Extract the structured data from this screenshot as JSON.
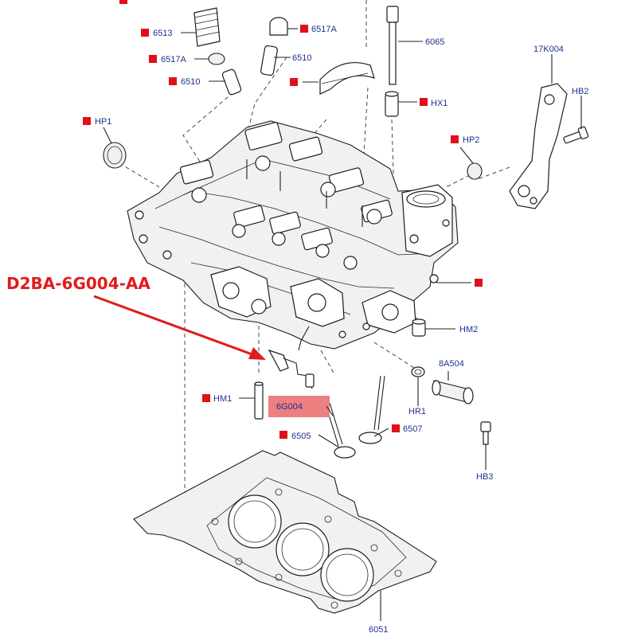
{
  "callout": {
    "part_number": "D2BA-6G004-AA"
  },
  "labels": {
    "l6513": "6513",
    "l6517a_top": "6517A",
    "l6065": "6065",
    "l6517a_left": "6517A",
    "l6510_mid": "6510",
    "l6510_left": "6510",
    "l17k004": "17K004",
    "lhb2": "HB2",
    "lhx1": "HX1",
    "lhp1": "HP1",
    "lhp2": "HP2",
    "lhm2": "HM2",
    "l8a504": "8A504",
    "lhr1": "HR1",
    "lhm1": "HM1",
    "l6g004": "6G004",
    "l6505": "6505",
    "l6507": "6507",
    "lhb3": "HB3",
    "l6051": "6051"
  },
  "colors": {
    "marker_red": "#e0101a",
    "label_blue": "#22318f",
    "callout_red": "#e01c1c",
    "highlight_box": "#ec7f80"
  }
}
